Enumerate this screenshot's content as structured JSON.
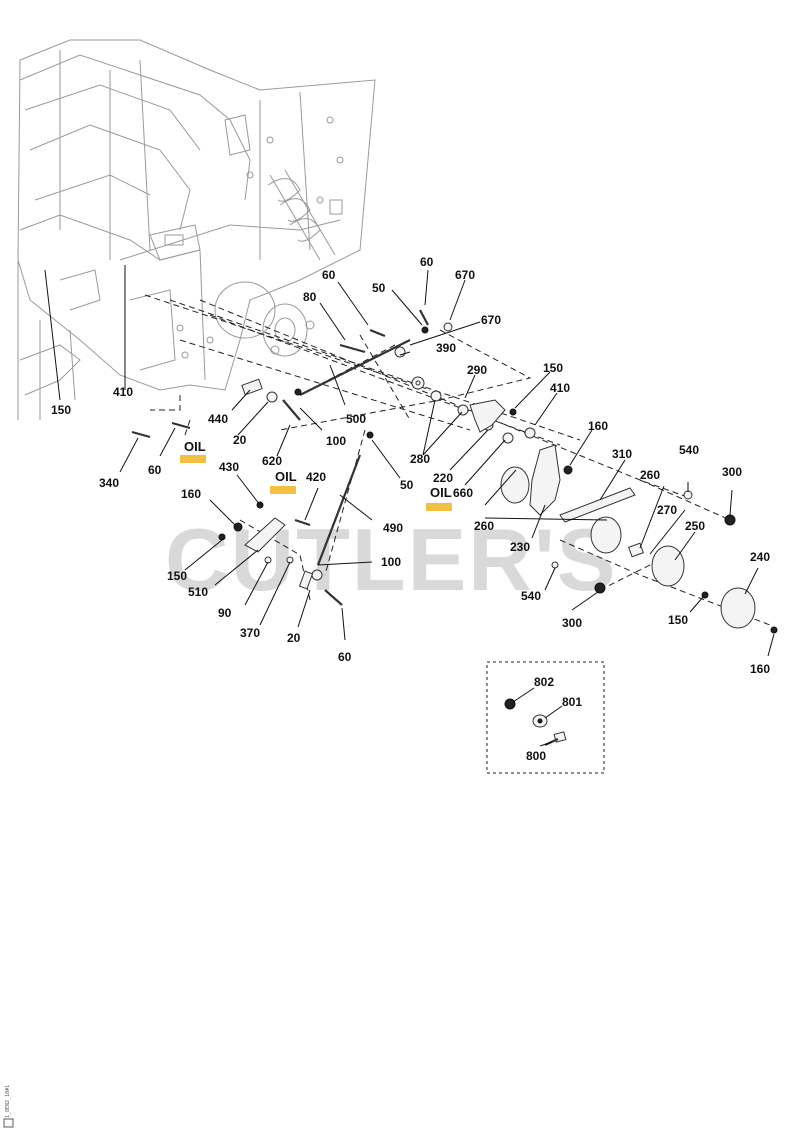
{
  "watermark": "CUTLER'S",
  "oil_label": "OIL",
  "callouts": {
    "c60a": "60",
    "c670a": "670",
    "c50a": "50",
    "c80": "80",
    "c670b": "670",
    "c390": "390",
    "c150a": "150",
    "c290": "290",
    "c410a": "410",
    "c410b": "410",
    "c150b": "150",
    "c440": "440",
    "c20a": "20",
    "c100a": "100",
    "c500": "500",
    "c280": "280",
    "c220": "220",
    "c660": "660",
    "c160a": "160",
    "c310": "310",
    "c340": "340",
    "c60b": "60",
    "c620": "620",
    "c50b": "50",
    "c540a": "540",
    "c300a": "300",
    "c260a": "260",
    "c260b": "260",
    "c270": "270",
    "c230": "230",
    "c430": "430",
    "c420": "420",
    "c490": "490",
    "c160b": "160",
    "c250": "250",
    "c150c": "150",
    "c510": "510",
    "c100b": "100",
    "c540b": "540",
    "c240": "240",
    "c90": "90",
    "c370": "370",
    "c300b": "300",
    "c150d": "150",
    "c20b": "20",
    "c60c": "60",
    "c160c": "160",
    "c802": "802",
    "c801": "801",
    "c800": "800"
  },
  "footer": {
    "code": "1_8EN2_10#1"
  }
}
